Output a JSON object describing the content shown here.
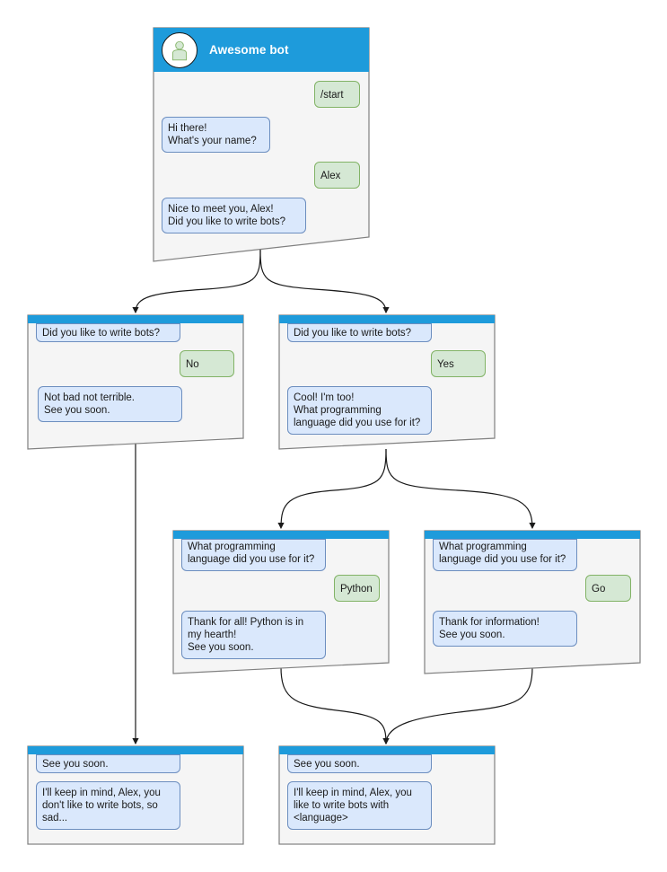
{
  "diagram": {
    "title": "Awesome bot conversation flow",
    "colors": {
      "header_blue": "#1e9bdb",
      "node_fill": "#f5f5f5",
      "node_border": "#999999",
      "bot_bubble_fill": "#dae8fc",
      "bot_bubble_border": "#6c8ebf",
      "user_bubble_fill": "#d5e8d4",
      "user_bubble_border": "#82b366",
      "edge": "#1a1a1a",
      "avatar_figure": "#a8d5a2"
    }
  },
  "nodes": {
    "root": {
      "title": "Awesome bot",
      "avatar_icon": "person-avatar-icon",
      "messages": [
        {
          "side": "user",
          "text": "/start"
        },
        {
          "side": "bot",
          "text": "Hi there!\nWhat's your name?"
        },
        {
          "side": "user",
          "text": "Alex"
        },
        {
          "side": "bot",
          "text": "Nice to meet you, Alex!\nDid you like to write bots?"
        }
      ]
    },
    "branch_no": {
      "messages": [
        {
          "side": "bot",
          "text": "Did you like to write bots?"
        },
        {
          "side": "user",
          "text": "No"
        },
        {
          "side": "bot",
          "text": "Not bad not terrible.\nSee you soon."
        }
      ]
    },
    "branch_yes": {
      "messages": [
        {
          "side": "bot",
          "text": "Did you like to write bots?"
        },
        {
          "side": "user",
          "text": "Yes"
        },
        {
          "side": "bot",
          "text": "Cool! I'm too!\nWhat programming\nlanguage did you use for it?"
        }
      ]
    },
    "branch_python": {
      "messages": [
        {
          "side": "bot",
          "text": "What programming\nlanguage did you use for it?"
        },
        {
          "side": "user",
          "text": "Python"
        },
        {
          "side": "bot",
          "text": "Thank for all! Python is in\nmy hearth!\nSee you soon."
        }
      ]
    },
    "branch_go": {
      "messages": [
        {
          "side": "bot",
          "text": "What programming\nlanguage did you use for it?"
        },
        {
          "side": "user",
          "text": "Go"
        },
        {
          "side": "bot",
          "text": "Thank for information!\nSee you soon."
        }
      ]
    },
    "end_sad": {
      "messages": [
        {
          "side": "bot",
          "text": "See you soon."
        },
        {
          "side": "bot",
          "text": "I'll keep in mind, Alex, you\ndon't like to write bots, so\nsad..."
        }
      ]
    },
    "end_happy": {
      "messages": [
        {
          "side": "bot",
          "text": "See you soon."
        },
        {
          "side": "bot",
          "text": "I'll keep in mind, Alex, you\nlike to write bots with\n<language>"
        }
      ]
    }
  }
}
